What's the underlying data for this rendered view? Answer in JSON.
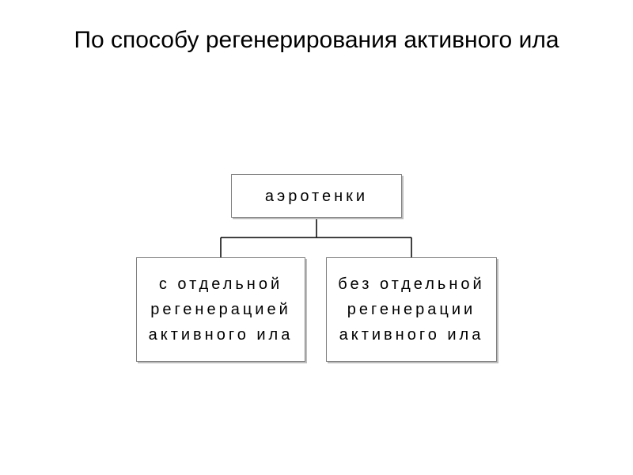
{
  "title": "По способу регенерирования активного ила",
  "diagram": {
    "root": {
      "label": "аэротенки"
    },
    "children": [
      {
        "label": "с отдельной\nрегенерацией\nактивного ила"
      },
      {
        "label": "без отдельной\nрегенерации\nактивного ила"
      }
    ]
  },
  "colors": {
    "box_border": "#7f7f7f",
    "box_shadow": "#bdbdbd",
    "connector": "#000000",
    "text": "#000000",
    "background": "#ffffff"
  }
}
